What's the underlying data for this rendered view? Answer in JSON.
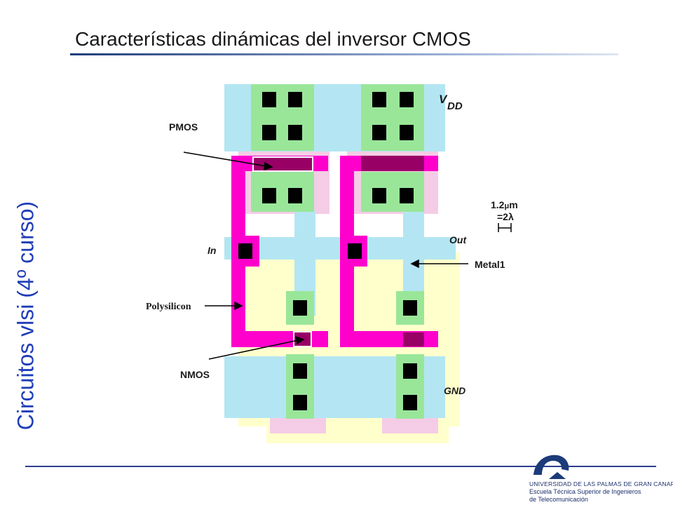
{
  "slide": {
    "title": "Características dinámicas del inversor CMOS",
    "side_title": "Circuitos vlsi (4º curso)"
  },
  "diagram": {
    "labels": {
      "vdd_v": "V",
      "vdd_sub": "DD",
      "pmos": "PMOS",
      "scale_value": "1.2",
      "scale_mu": "μ",
      "scale_unit": "m",
      "scale_lambda": "=2λ",
      "out": "Out",
      "in": "In",
      "metal1": "Metal1",
      "polysilicon": "Polysilicon",
      "nmos": "NMOS",
      "gnd": "GND"
    },
    "colors": {
      "metal1": "#b3e6f2",
      "active": "#99e699",
      "poly": "#ff00cc",
      "nwell": "#ffffcc",
      "select": "#f5cce6",
      "contact": "#000000",
      "overlap": "#990066"
    }
  },
  "footer": {
    "university_line1": "UNIVERSIDAD DE LAS PALMAS DE GRAN CANARIA",
    "school_line2": "Escuela Técnica Superior de Ingenieros",
    "school_line3": "de Telecomunicación",
    "logo_color": "#1b3b7a"
  }
}
